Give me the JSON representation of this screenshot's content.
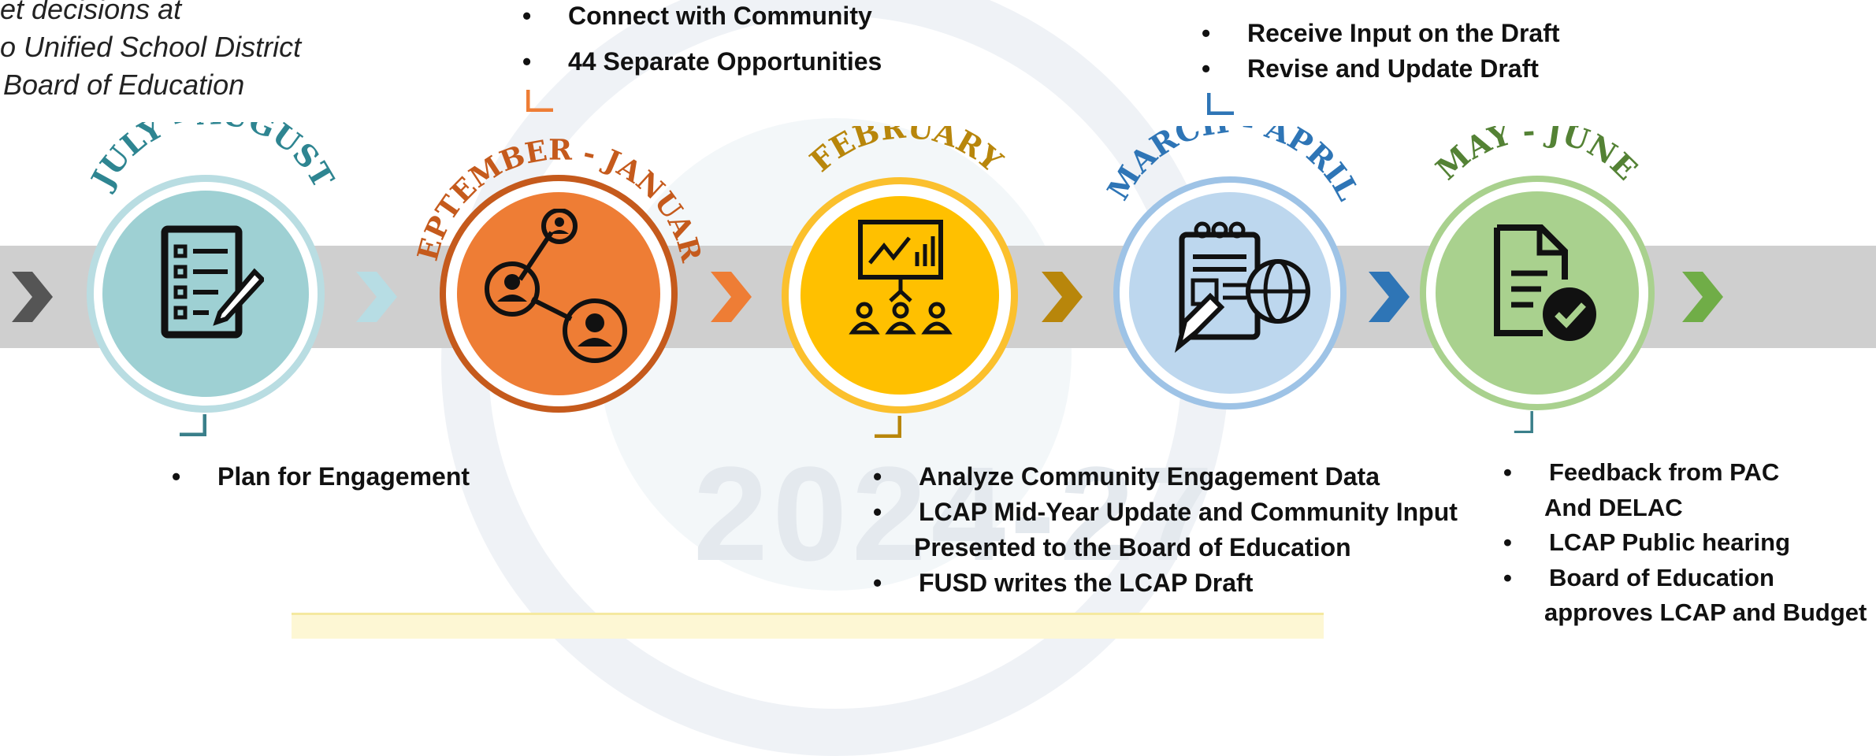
{
  "intro": {
    "lines": [
      "et decisions at",
      "o Unified School District",
      " Board of Education"
    ]
  },
  "watermark": {
    "text": "2024-27"
  },
  "stations": [
    {
      "title": "JULY - AUGUST",
      "icon": "checklist-document-icon",
      "bullets": [
        "Plan for Engagement"
      ],
      "colors": {
        "ring": "#b9dde2",
        "inner": "#9ed0d3",
        "title": "#2e8591",
        "elbow": "#3a7f8a",
        "chevron": "#b7dde4"
      }
    },
    {
      "title": "SEPTEMBER - JANUARY",
      "icon": "people-network-icon",
      "bullets": [
        "Connect with Community",
        "44  Separate Opportunities"
      ],
      "colors": {
        "ring": "#c55a1c",
        "inner": "#ee7d35",
        "title": "#c55a1c",
        "elbow": "#ee7d35",
        "chevron": "#ee7d35"
      }
    },
    {
      "title": "FEBRUARY",
      "icon": "presentation-audience-icon",
      "bullets": [
        "Analyze Community Engagement Data",
        "LCAP Mid-Year Update and Community Input",
        "Presented to the Board of Education",
        "FUSD writes the LCAP Draft"
      ],
      "colors": {
        "ring": "#fbc02d",
        "inner": "#ffc000",
        "title": "#b8860b",
        "elbow": "#b8860b",
        "chevron": "#b8860b"
      }
    },
    {
      "title": "MARCH - APRIL",
      "icon": "newspaper-globe-icon",
      "bullets": [
        "Receive Input on the Draft",
        "Revise and Update Draft"
      ],
      "colors": {
        "ring": "#9ec3e6",
        "inner": "#bdd7ee",
        "title": "#2e75b6",
        "elbow": "#2e75b6",
        "chevron": "#2e75b6"
      }
    },
    {
      "title": "MAY - JUNE",
      "icon": "document-checkmark-icon",
      "bullets": [
        "Feedback from PAC",
        "And DELAC",
        "LCAP Public hearing",
        "Board of Education",
        "approves LCAP and Budget"
      ],
      "colors": {
        "ring": "#a9d18e",
        "inner": "#a9d18e",
        "title": "#548235",
        "elbow": "#3a7f8a",
        "chevron": "#70ad47"
      }
    }
  ],
  "start_chevron_color": "#555555"
}
